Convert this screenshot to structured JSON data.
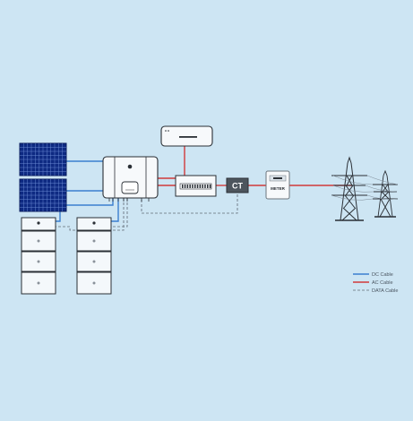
{
  "diagram": {
    "ct_label": "CT",
    "meter_label": "METER",
    "legend": [
      {
        "label": "DC Cable",
        "color": "#3b7fd0",
        "style": "solid"
      },
      {
        "label": "AC Cable",
        "color": "#d23a3a",
        "style": "solid"
      },
      {
        "label": "DATA Cable",
        "color": "#7d8a96",
        "style": "dashed"
      }
    ],
    "components": {
      "solar_panels": 2,
      "battery_stacks": 2,
      "modules_per_stack": 3,
      "transmission_towers": 2,
      "breaker_count": 12
    },
    "colors": {
      "background": "#cde5f3",
      "dc_cable": "#3b7fd0",
      "ac_cable": "#d23a3a",
      "data_cable": "#7d8a96",
      "outline": "#2a2f35"
    }
  }
}
